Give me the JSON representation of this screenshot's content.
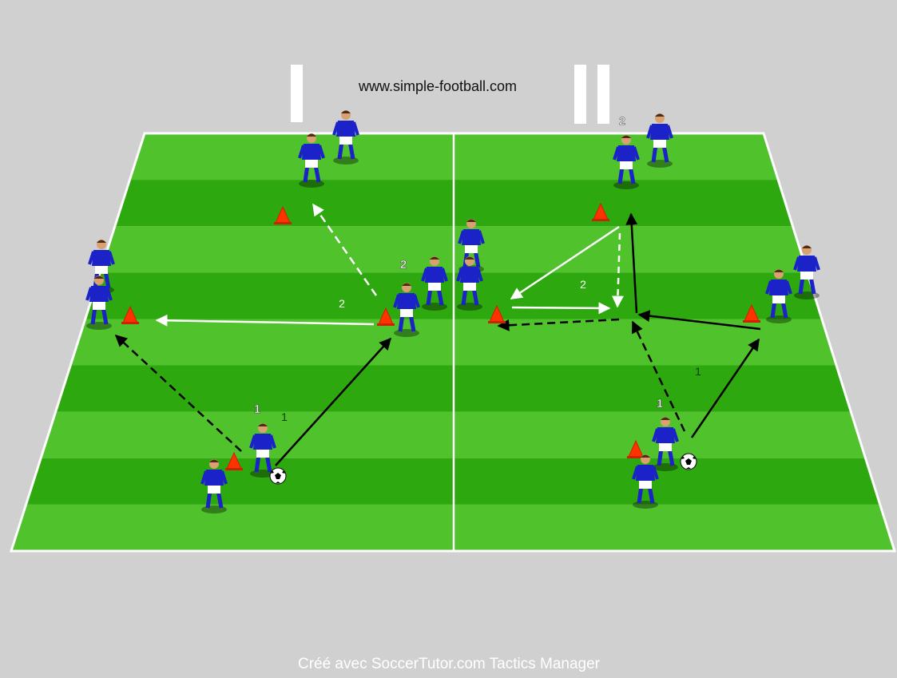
{
  "website": "www.simple-football.com",
  "footer": "Créé avec SoccerTutor.com Tactics Manager",
  "diagram_left": {
    "roman_numeral": "I",
    "pass_labels": [
      "1",
      "1",
      "2",
      "2"
    ]
  },
  "diagram_right": {
    "roman_numeral": "II",
    "pass_labels": [
      "1",
      "1",
      "2",
      "2"
    ]
  },
  "colors": {
    "background": "#d0d0d0",
    "pitch_dark": "#2ea80f",
    "pitch_light": "#4fc22c",
    "lines": "#ffffff",
    "player_shirt": "#1a22c8",
    "player_shorts": "#ffffff",
    "cone": "#ff3300",
    "pass_dashed": "#000000",
    "run_arrow": "#ffffff"
  }
}
